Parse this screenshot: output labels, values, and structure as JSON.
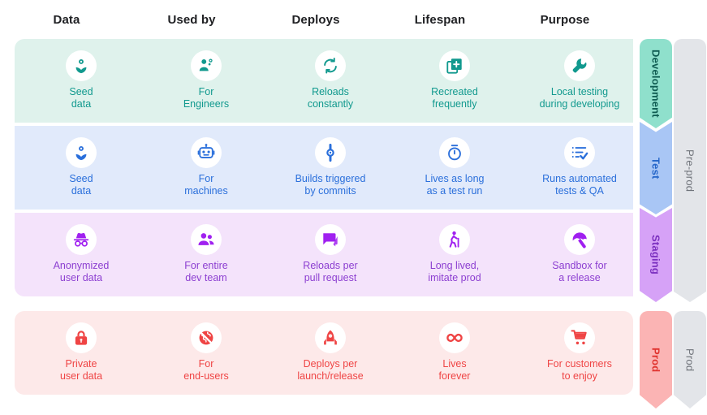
{
  "headers": [
    {
      "label": "Data"
    },
    {
      "label": "Used by"
    },
    {
      "label": "Deploys"
    },
    {
      "label": "Lifespan"
    },
    {
      "label": "Purpose"
    }
  ],
  "colors": {
    "development_accent": "#11998e",
    "development_band": "#dff2ec",
    "development_chevron": "#8fe0cc",
    "test_accent": "#2a6fdb",
    "test_band": "#e1eafb",
    "test_chevron": "#a9c6f5",
    "staging_accent": "#8c3fd1",
    "staging_band": "#f4e3fb",
    "staging_chevron": "#d6a2f7",
    "prod_accent": "#ef4444",
    "prod_band": "#fde9e9",
    "prod_chevron": "#fbb4b4",
    "group_chevron": "#e3e5e9",
    "header_text": "#202124",
    "group_text": "#6f737a"
  },
  "rows": [
    {
      "env": "Development",
      "group": "Pre-prod",
      "cells": [
        {
          "icon": "seed-flower-icon",
          "label": "Seed\ndata"
        },
        {
          "icon": "engineer-person-icon",
          "label": "For\nEngineers"
        },
        {
          "icon": "refresh-sync-icon",
          "label": "Reloads\nconstantly"
        },
        {
          "icon": "duplicate-add-icon",
          "label": "Recreated\nfrequently"
        },
        {
          "icon": "wrench-icon",
          "label": "Local testing\nduring developing"
        }
      ]
    },
    {
      "env": "Test",
      "group": "Pre-prod",
      "cells": [
        {
          "icon": "seed-flower-icon",
          "label": "Seed\ndata"
        },
        {
          "icon": "robot-icon",
          "label": "For\nmachines"
        },
        {
          "icon": "git-commit-icon",
          "label": "Builds triggered\nby commits"
        },
        {
          "icon": "stopwatch-icon",
          "label": "Lives as long\nas a test run"
        },
        {
          "icon": "checklist-icon",
          "label": "Runs automated\ntests & QA"
        }
      ]
    },
    {
      "env": "Staging",
      "group": "Pre-prod",
      "cells": [
        {
          "icon": "incognito-icon",
          "label": "Anonymized\nuser data"
        },
        {
          "icon": "people-group-icon",
          "label": "For entire\ndev team"
        },
        {
          "icon": "chat-bubble-icon",
          "label": "Reloads per\npull request"
        },
        {
          "icon": "elderly-walking-icon",
          "label": "Long lived,\nimitate prod"
        },
        {
          "icon": "beach-umbrella-icon",
          "label": "Sandbox for\na release"
        }
      ]
    },
    {
      "env": "Prod",
      "group": "Prod",
      "cells": [
        {
          "icon": "lock-icon",
          "label": "Private\nuser data"
        },
        {
          "icon": "globe-blocked-icon",
          "label": "For\nend-users"
        },
        {
          "icon": "rocket-launch-icon",
          "label": "Deploys per\nlaunch/release"
        },
        {
          "icon": "infinity-icon",
          "label": "Lives\nforever"
        },
        {
          "icon": "shopping-cart-icon",
          "label": "For customers\nto enjoy"
        }
      ]
    }
  ],
  "groups": [
    {
      "label": "Pre-prod"
    },
    {
      "label": "Prod"
    }
  ]
}
